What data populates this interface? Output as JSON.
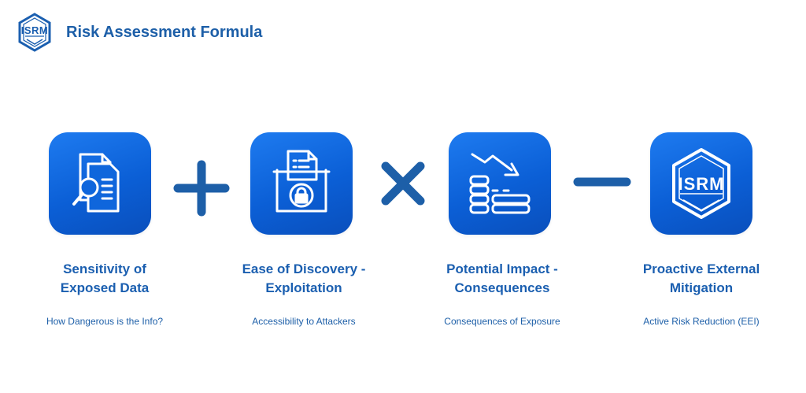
{
  "header": {
    "logo_text": "ISRM",
    "title": "Risk Assessment Formula"
  },
  "colors": {
    "brand_blue": "#1b5fb0",
    "card_gradient_top": "#1e7bf0",
    "card_gradient_bottom": "#0a4fbc",
    "operator": "#1d5fa8"
  },
  "steps": [
    {
      "icon": "document-search-icon",
      "title_line1": "Sensitivity of",
      "title_line2": "Exposed Data",
      "subtitle": "How Dangerous is the Info?"
    },
    {
      "icon": "locked-folder-icon",
      "title_line1": "Ease of Discovery -",
      "title_line2": "Exploitation",
      "subtitle": "Accessibility to Attackers"
    },
    {
      "icon": "declining-coins-icon",
      "title_line1": "Potential Impact -",
      "title_line2": "Consequences",
      "subtitle": "Consequences of Exposure"
    },
    {
      "icon": "isrm-logo-icon",
      "logo_text": "ISRM",
      "title_line1": "Proactive External",
      "title_line2": "Mitigation",
      "subtitle": "Active Risk Reduction (EEI)"
    }
  ],
  "operators": [
    "plus-icon",
    "multiply-icon",
    "minus-icon"
  ]
}
